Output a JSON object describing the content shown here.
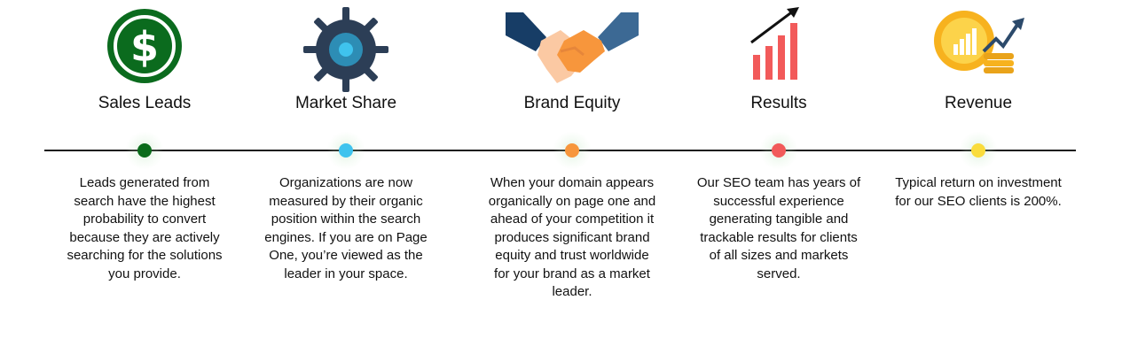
{
  "items": [
    {
      "title": "Sales Leads",
      "icon": "dollar-coin-icon",
      "dot_color": "#0a6b1a",
      "description": "Leads generated from search have the highest probability to convert because they are actively searching for the solutions you provide."
    },
    {
      "title": "Market Share",
      "icon": "gear-icon",
      "dot_color": "#3fc3ee",
      "description": "Organizations are now measured by their organic position within the search engines. If you are on Page One, you’re viewed as the leader in your space."
    },
    {
      "title": "Brand Equity",
      "icon": "handshake-icon",
      "dot_color": "#f7963c",
      "description": "When your domain appears organically on page one and ahead of your competition it produces significant brand equity and trust worldwide for your brand as a market leader."
    },
    {
      "title": "Results",
      "icon": "growth-bar-chart-icon",
      "dot_color": "#f25a5a",
      "description": "Our SEO team has years of successful experience generating tangible and trackable results for clients of all sizes and markets served."
    },
    {
      "title": "Revenue",
      "icon": "gold-coins-growth-icon",
      "dot_color": "#fadc3c",
      "description": "Typical return on investment for our SEO clients is 200%."
    }
  ]
}
